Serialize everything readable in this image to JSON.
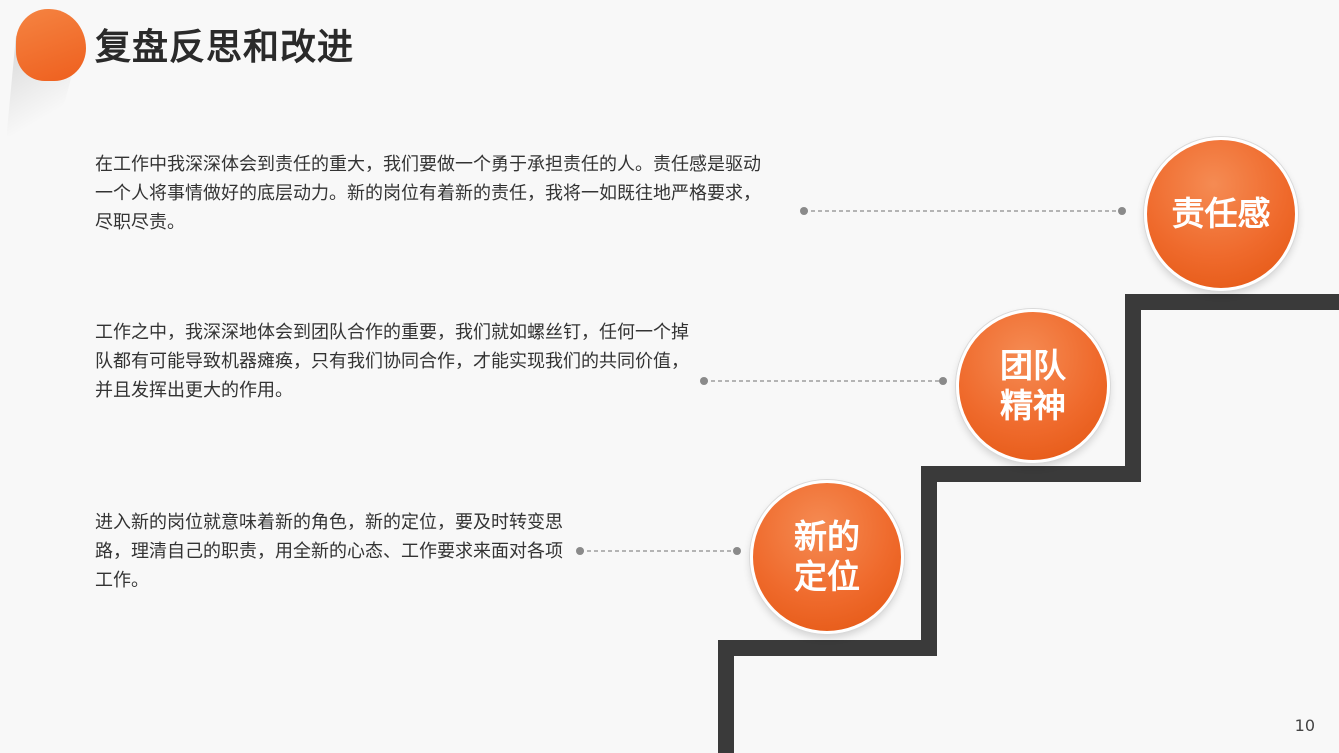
{
  "title": "复盘反思和改进",
  "items": [
    {
      "label": "责任感",
      "text": "在工作中我深深体会到责任的重大，我们要做一个勇于承担责任的人。责任感是驱动一个人将事情做好的底层动力。新的岗位有着新的责任，我将一如既往地严格要求，尽职尽责。"
    },
    {
      "label_line1": "团队",
      "label_line2": "精神",
      "text": "工作之中，我深深地体会到团队合作的重要，我们就如螺丝钉，任何一个掉队都有可能导致机器瘫痪，只有我们协同合作，才能实现我们的共同价值，并且发挥出更大的作用。"
    },
    {
      "label_line1": "新的",
      "label_line2": "定位",
      "text": "进入新的岗位就意味着新的角色，新的定位，要及时转变思路，理清自己的职责，用全新的心态、工作要求来面对各项工作。"
    }
  ],
  "page_number": "10",
  "colors": {
    "accent": "#ef6a2c",
    "stairs": "#3a3a3a",
    "text": "#333333"
  }
}
